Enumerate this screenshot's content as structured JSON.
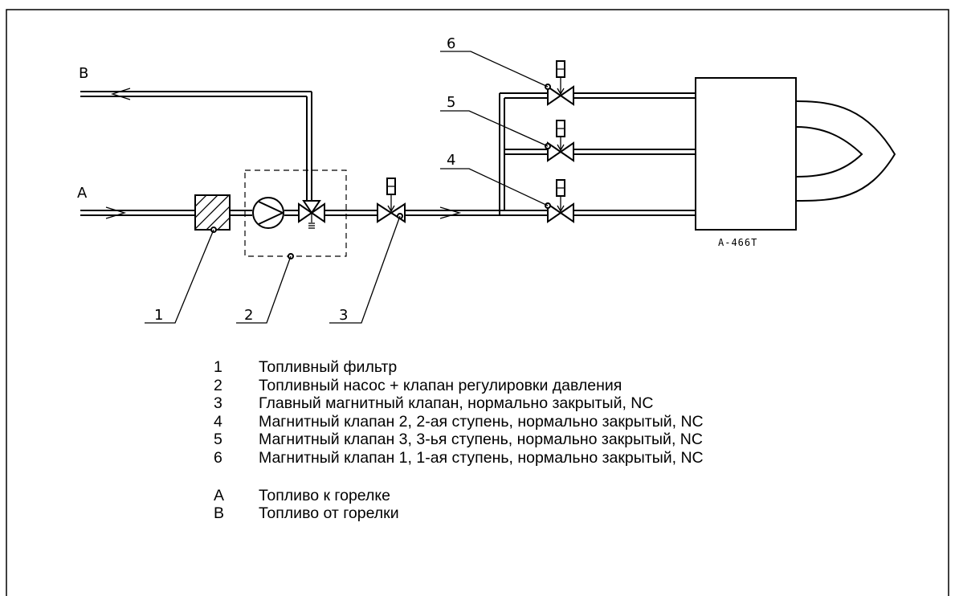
{
  "labels": {
    "a": "A",
    "b": "B",
    "n1": "1",
    "n2": "2",
    "n3": "3",
    "n4": "4",
    "n5": "5",
    "n6": "6",
    "model": "A-466T"
  },
  "legend": {
    "items": [
      {
        "key": "1",
        "text": "Топливный фильтр"
      },
      {
        "key": "2",
        "text": "Топливный насос + клапан регулировки давления"
      },
      {
        "key": "3",
        "text": "Главный магнитный клапан, нормально закрытый, NC"
      },
      {
        "key": "4",
        "text": "Магнитный клапан 2, 2-ая ступень, нормально закрытый, NC"
      },
      {
        "key": "5",
        "text": "Магнитный клапан 3, 3-ья ступень, нормально закрытый, NC"
      },
      {
        "key": "6",
        "text": "Магнитный клапан 1, 1-ая ступень, нормально закрытый, NC"
      }
    ],
    "flows": [
      {
        "key": "A",
        "text": "Топливо к горелке"
      },
      {
        "key": "B",
        "text": "Топливо от горелки"
      }
    ]
  }
}
